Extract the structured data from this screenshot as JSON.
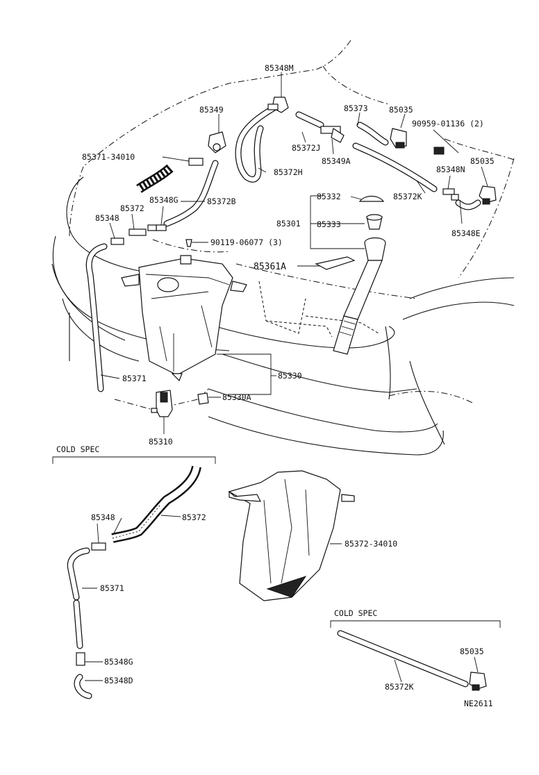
{
  "labels": {
    "p85348M": "85348M",
    "p85349": "85349",
    "p85373": "85373",
    "p85035_a": "85035",
    "p90959": "90959-01136 (2)",
    "p85371_34010": "85371-34010",
    "p85372J": "85372J",
    "p85372H": "85372H",
    "p85349A": "85349A",
    "p85348N": "85348N",
    "p85035_b": "85035",
    "p85348G_a": "85348G",
    "p85372B": "85372B",
    "p85332": "85332",
    "p85372K_a": "85372K",
    "p85372_a": "85372",
    "p85348_a": "85348",
    "p85301": "85301",
    "p85333": "85333",
    "p85348E": "85348E",
    "p90119": "90119-06077 (3)",
    "p85361A": "85361A",
    "p85371_a": "85371",
    "p85330": "85330",
    "p85330A": "85330A",
    "p85310": "85310",
    "cold_spec_1": "COLD SPEC",
    "p85348_b": "85348",
    "p85372_b": "85372",
    "p85372_34010": "85372-34010",
    "p85371_b": "85371",
    "p85348G_b": "85348G",
    "p85348D": "85348D",
    "cold_spec_2": "COLD SPEC",
    "p85035_c": "85035",
    "p85372K_b": "85372K",
    "drawing_code": "NE2611"
  }
}
